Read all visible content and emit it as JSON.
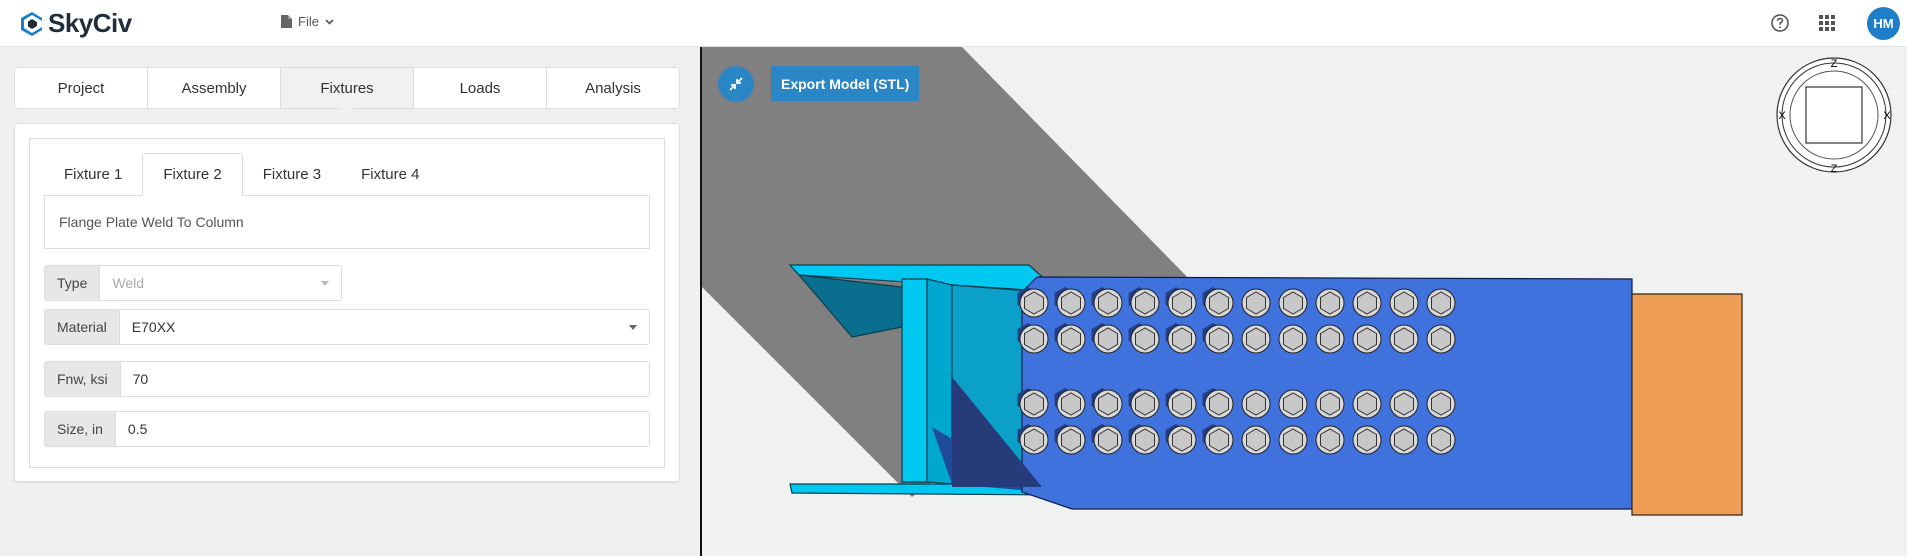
{
  "header": {
    "brand": "SkyCiv",
    "file_label": "File",
    "avatar_initials": "HM",
    "brand_color": "#1e7fc8"
  },
  "main_tabs": [
    {
      "label": "Project"
    },
    {
      "label": "Assembly"
    },
    {
      "label": "Fixtures",
      "active": true
    },
    {
      "label": "Loads"
    },
    {
      "label": "Analysis"
    }
  ],
  "fixture_tabs": [
    {
      "label": "Fixture 1"
    },
    {
      "label": "Fixture 2",
      "active": true
    },
    {
      "label": "Fixture 3"
    },
    {
      "label": "Fixture 4"
    }
  ],
  "fixture": {
    "description": "Flange Plate Weld To Column",
    "type_label": "Type",
    "type_value": "Weld",
    "material_label": "Material",
    "material_value": "E70XX",
    "fnw_label": "Fnw, ksi",
    "fnw_value": "70",
    "size_label": "Size, in",
    "size_value": "0.5"
  },
  "viewport": {
    "export_label": "Export Model (STL)",
    "navcube_labels": {
      "top": "Z",
      "bottom": "Z",
      "left": "X",
      "right": "X"
    },
    "colors": {
      "column": "#00c8f0",
      "plate": "#3a6fdc",
      "beam": "#ee9f55",
      "bolt": "#c8c8c8",
      "shadow": "#7f7f7f"
    }
  }
}
